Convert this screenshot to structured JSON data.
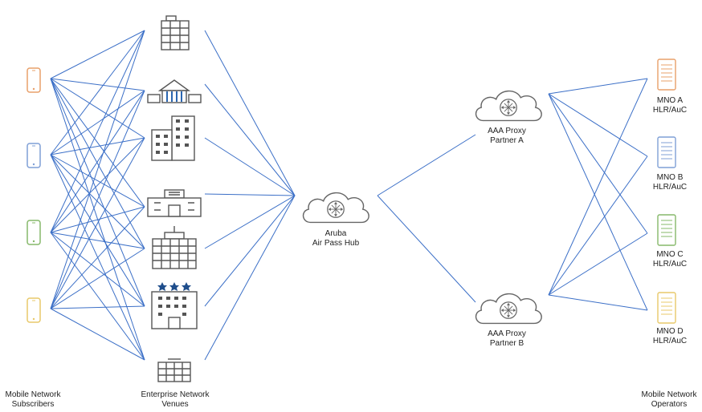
{
  "colors": {
    "link": "#3b6fc7",
    "icon_gray": "#555555",
    "cloud_gray": "#666666",
    "phone_orange": "#e8a06a",
    "phone_blue": "#7f9fd6",
    "phone_green": "#86b86a",
    "phone_yellow": "#e8c96a",
    "bank_column_blue": "#2b66b0",
    "hotel_star_blue": "#1f4e8c"
  },
  "subscribers": {
    "label_line1": "Mobile Network",
    "label_line2": "Subscribers",
    "phones": [
      {
        "name": "phone-orange-icon",
        "color": "#e8a06a"
      },
      {
        "name": "phone-blue-icon",
        "color": "#7f9fd6"
      },
      {
        "name": "phone-green-icon",
        "color": "#86b86a"
      },
      {
        "name": "phone-yellow-icon",
        "color": "#e8c96a"
      }
    ]
  },
  "venues": {
    "label_line1": "Enterprise Network",
    "label_line2": "Venues",
    "icons": [
      "office-tower-icon",
      "bank-icon",
      "apartment-building-icon",
      "hospital-icon",
      "campus-building-icon",
      "hotel-icon",
      "warehouse-icon"
    ]
  },
  "hub": {
    "line1": "Aruba",
    "line2": "Air Pass Hub"
  },
  "proxies": [
    {
      "line1": "AAA Proxy",
      "line2": "Partner A"
    },
    {
      "line1": "AAA Proxy",
      "line2": "Partner B"
    }
  ],
  "operators": {
    "label_line1": "Mobile Network",
    "label_line2": "Operators",
    "items": [
      {
        "line1": "MNO A",
        "line2": "HLR/AuC",
        "color": "#e8a06a"
      },
      {
        "line1": "MNO B",
        "line2": "HLR/AuC",
        "color": "#7f9fd6"
      },
      {
        "line1": "MNO C",
        "line2": "HLR/AuC",
        "color": "#86b86a"
      },
      {
        "line1": "MNO D",
        "line2": "HLR/AuC",
        "color": "#e8c96a"
      }
    ]
  }
}
